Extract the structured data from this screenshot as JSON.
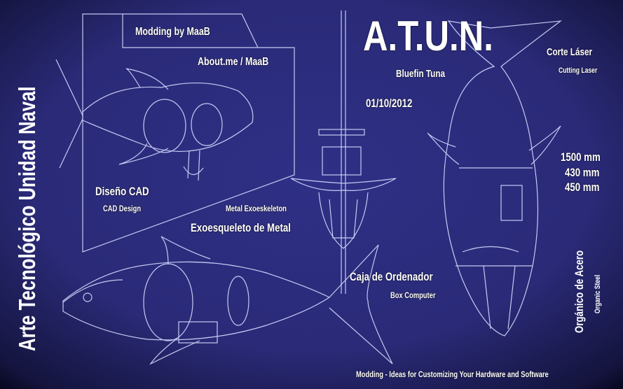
{
  "title": "A.T.U.N.",
  "vertical_title": "Arte Tecnológico Unidad Naval",
  "modding_by": "Modding by MaaB",
  "about": "About.me / MaaB",
  "subtitle": "Bluefin Tuna",
  "date": "01/10/2012",
  "laser": {
    "es": "Corte Láser",
    "en": "Cutting Laser"
  },
  "dimensions": [
    "1500 mm",
    "430 mm",
    "450 mm"
  ],
  "cad": {
    "es": "Diseño CAD",
    "en": "CAD Design"
  },
  "exo": {
    "en": "Metal Exoeskeleton",
    "es": "Exoesqueleto de Metal"
  },
  "box": {
    "es": "Caja de Ordenador",
    "en": "Box Computer"
  },
  "steel": {
    "es": "Orgánico de Acero",
    "en": "Organic Steel"
  },
  "footer": "Modding - Ideas for Customizing Your Hardware and Software",
  "colors": {
    "background": "#2b2b7c",
    "lines": "#d8dcff"
  }
}
